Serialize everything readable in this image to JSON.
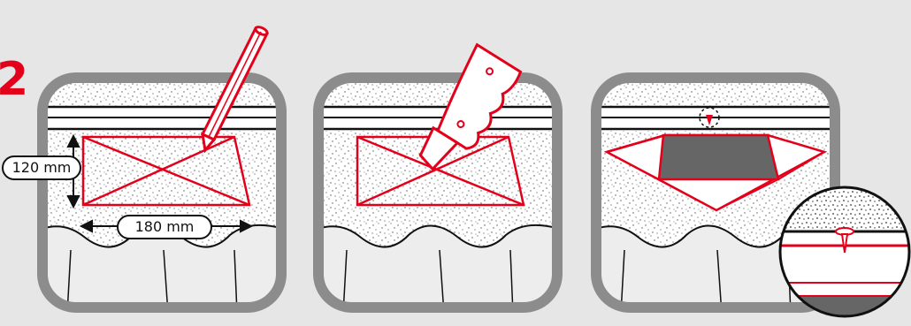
{
  "step": {
    "number": "2"
  },
  "dimensions": {
    "height_label": "120 mm",
    "width_label": "180 mm"
  },
  "colors": {
    "accent": "#e3001b",
    "frame": "#8c8c8c",
    "background": "#e6e6e6",
    "ink": "#111111",
    "cutout": "#666666"
  },
  "icons": [
    "pencil-icon",
    "utility-knife-icon",
    "nail-icon",
    "magnifier-inset"
  ]
}
